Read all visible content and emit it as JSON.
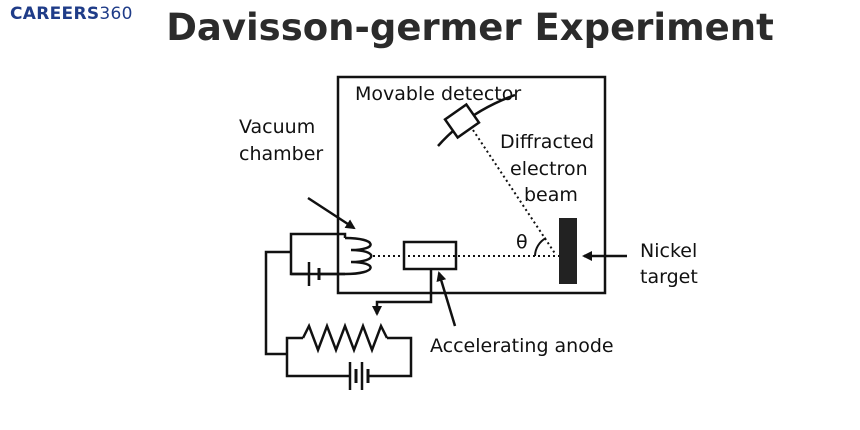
{
  "brand": {
    "name": "CAREERS",
    "number": "360"
  },
  "title": "Davisson-germer Experiment",
  "labels": {
    "detector": "Movable detector",
    "diffracted": [
      "Diffracted",
      "electron",
      "beam"
    ],
    "vacuum": [
      "Vacuum",
      "chamber"
    ],
    "angle": "θ",
    "nickel": [
      "Nickel",
      "target"
    ],
    "anode": "Accelerating anode"
  },
  "colors": {
    "brand": "#1f3c88",
    "ink": "#111111"
  }
}
